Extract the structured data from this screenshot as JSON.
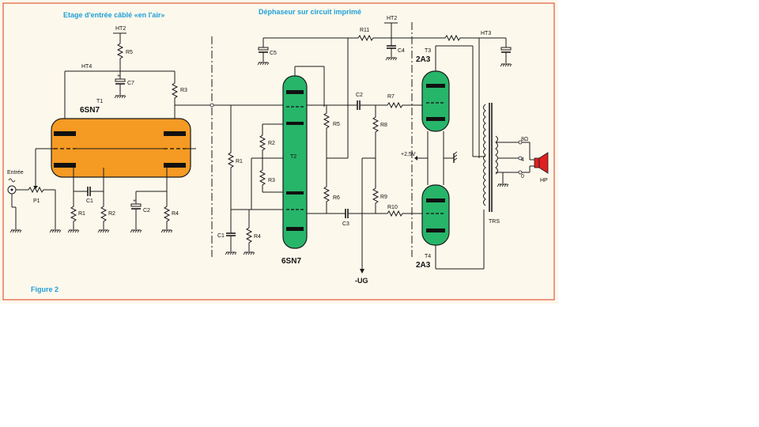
{
  "titles": {
    "input_stage": "Etage d'entrée câblé «en l'air»",
    "phase_splitter": "Déphaseur sur circuit imprimé",
    "figure": "Figure 2"
  },
  "colors": {
    "border": "#e05a3a",
    "title": "#1f9fd8",
    "tube_input": "#f59a23",
    "tube_splitter": "#27b56a",
    "tube_output": "#27b56a",
    "speaker": "#e02020",
    "background": "#fdf8ec"
  },
  "icons": {
    "ground": "ground-icon",
    "speaker": "speaker-icon",
    "input_jack": "input-jack-icon"
  },
  "input_stage": {
    "tube_ref": "T1",
    "tube_type": "6SN7",
    "supply_hv": "HT2",
    "supply_node": "HT4",
    "input_label": "Entrée",
    "components": [
      "R5",
      "C7",
      "R3",
      "P1",
      "C1",
      "R1",
      "R2",
      "C2",
      "R4"
    ]
  },
  "splitter": {
    "tube_ref": "T2",
    "tube_type": "6SN7",
    "components": [
      "R1",
      "R2",
      "R3",
      "R4",
      "R5",
      "R6",
      "C1",
      "C2",
      "C3",
      "C5",
      "R11"
    ]
  },
  "output_stage": {
    "supply_hv": "HT2",
    "supply_hv3": "HT3",
    "bias_label": "+2,5V",
    "neg_grid_label": "-UG",
    "components": [
      "C4",
      "R7",
      "R8",
      "R9",
      "R10"
    ],
    "tube_top_ref": "T3",
    "tube_top_type": "2A3",
    "tube_bottom_ref": "T4",
    "tube_bottom_type": "2A3",
    "transformer": "TRS",
    "taps": [
      "8Ω",
      "4",
      "0"
    ],
    "speaker": "HP"
  }
}
